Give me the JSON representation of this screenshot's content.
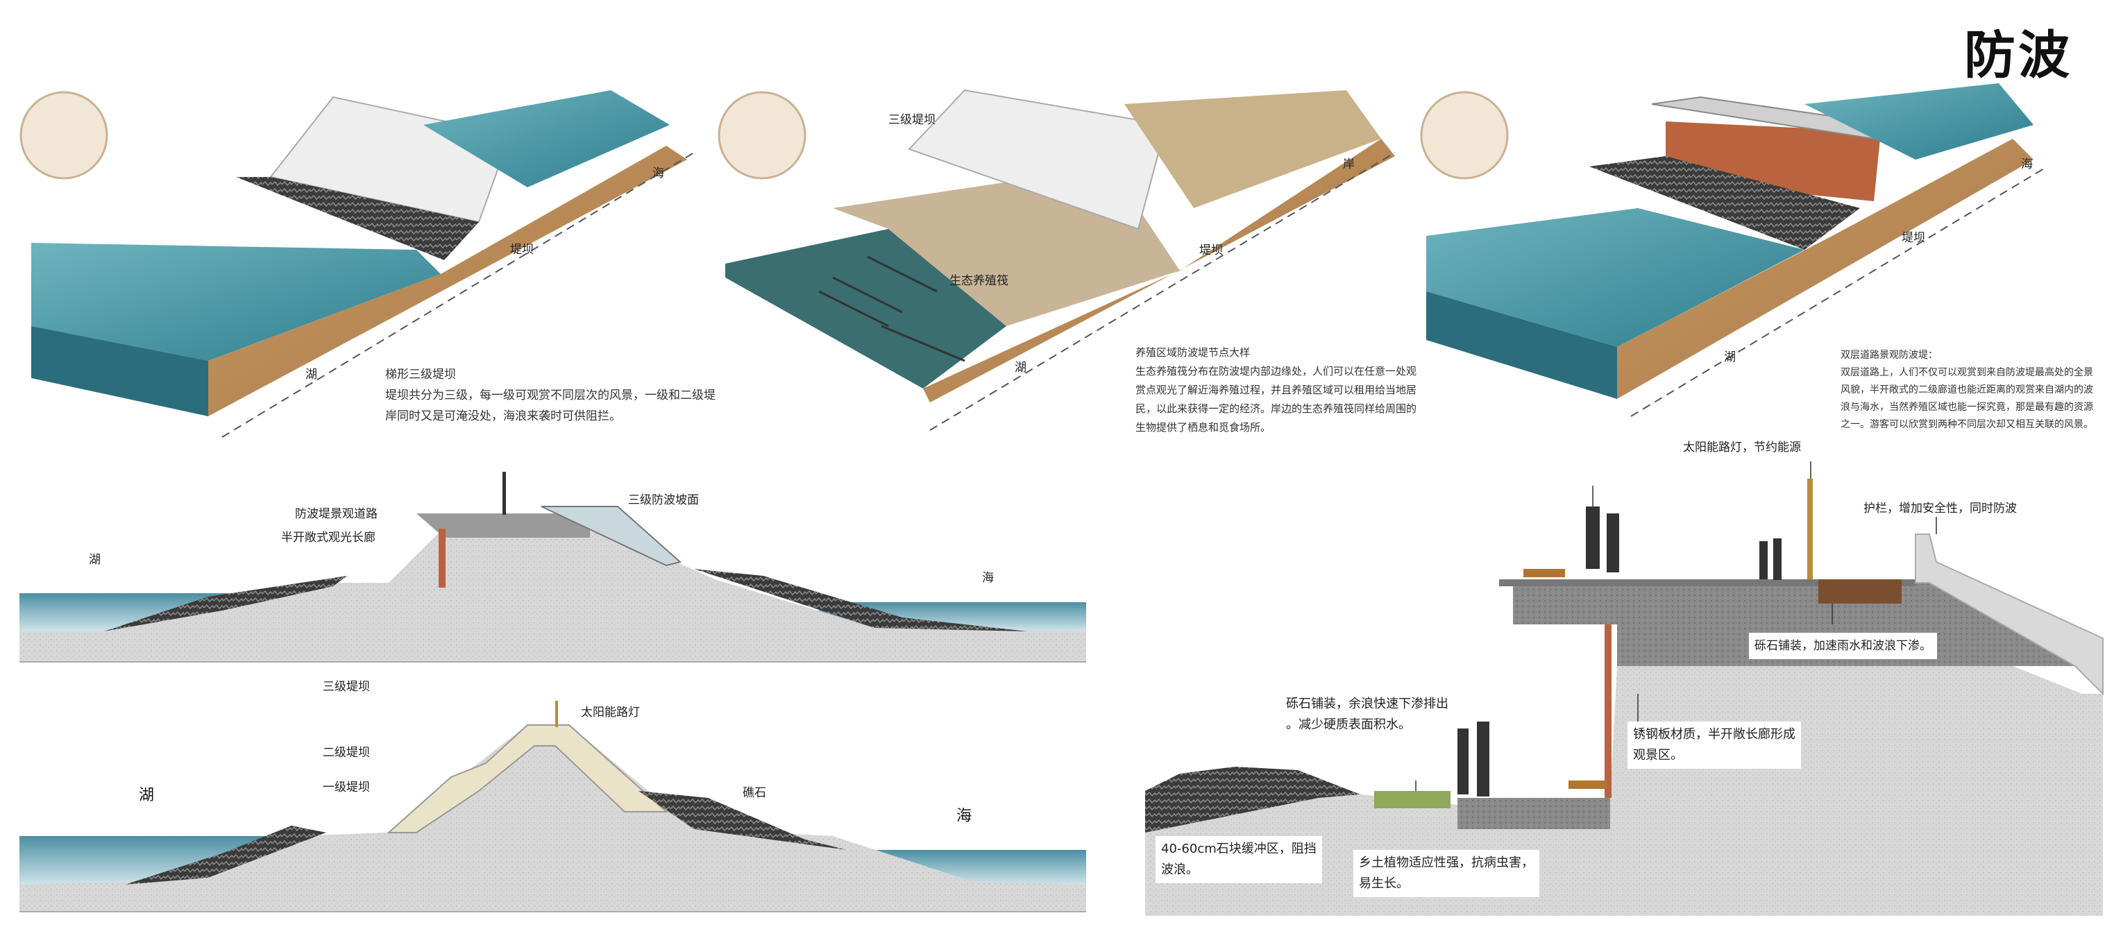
{
  "page": {
    "title": "防波"
  },
  "scene1": {
    "labels": {
      "lake": "湖",
      "dam": "堤坝",
      "sea": "海"
    },
    "desc_title": "梯形三级堤坝",
    "desc_lines": [
      "堤坝共分为三级，每一级可观赏不同层次的风景，一级和二级堤",
      "岸同时又是可淹没处，海浪来袭时可供阻拦。"
    ]
  },
  "scene2": {
    "labels": {
      "level3": "三级堤坝",
      "eco": "生态养殖筏",
      "lake": "湖",
      "dam": "堤坝",
      "shore": "岸"
    },
    "desc_title": "养殖区域防波堤节点大样",
    "desc_lines": [
      "生态养殖筏分布在防波堤内部边缘处，人们可以在任意一处观",
      "赏点观光了解近海养殖过程，并且养殖区域可以租用给当地居",
      "民，以此来获得一定的经济。岸边的生态养殖筏同样给周围的",
      "生物提供了栖息和觅食场所。"
    ]
  },
  "scene3": {
    "labels": {
      "lake": "湖",
      "dam": "堤坝",
      "sea": "海"
    },
    "desc_title": "双层道路景观防波堤：",
    "desc_lines": [
      "双层道路上，人们不仅可以观赏到来自防波堤最高处的全景",
      "风貌，半开敞式的二级廊道也能近距离的观赏来自湖内的波",
      "浪与海水，当然养殖区域也能一探究竟，那是最有趣的资源",
      "之一。游客可以欣赏到两种不同层次却又相互关联的风景。"
    ]
  },
  "section1": {
    "labels": {
      "road": "防波堤景观道路",
      "corridor": "半开敞式观光长廊",
      "slope": "三级防波坡面",
      "lake": "湖",
      "sea": "海"
    }
  },
  "section2": {
    "labels": {
      "level3": "三级堤坝",
      "level2": "二级堤坝",
      "level1": "一级堤坝",
      "lamp": "太阳能路灯",
      "reef": "礁石",
      "lake": "湖",
      "sea": "海"
    }
  },
  "detail": {
    "lamp": "太阳能路灯，节约能源",
    "rail": "护栏，增加安全性，同时防波",
    "gravel_top": "砾石铺装，加速雨水和波浪下渗。",
    "gravel_low_1": "砾石铺装，余浪快速下渗排出",
    "gravel_low_2": "。减少硬质表面积水。",
    "steel_1": "锈钢板材质，半开敞长廊形成",
    "steel_2": "观景区。",
    "stone_1": "40-60cm石块缓冲区，阻挡",
    "stone_2": "波浪。",
    "plant_1": "乡土植物适应性强，抗病虫害，",
    "plant_2": "易生长。"
  },
  "colors": {
    "water": "#3f8f9e",
    "deep_water": "#2a6f80",
    "rock": "#3a3a3a",
    "sand": "#b98c5a",
    "concrete": "#bdbdbd",
    "rust": "#b9643e"
  }
}
